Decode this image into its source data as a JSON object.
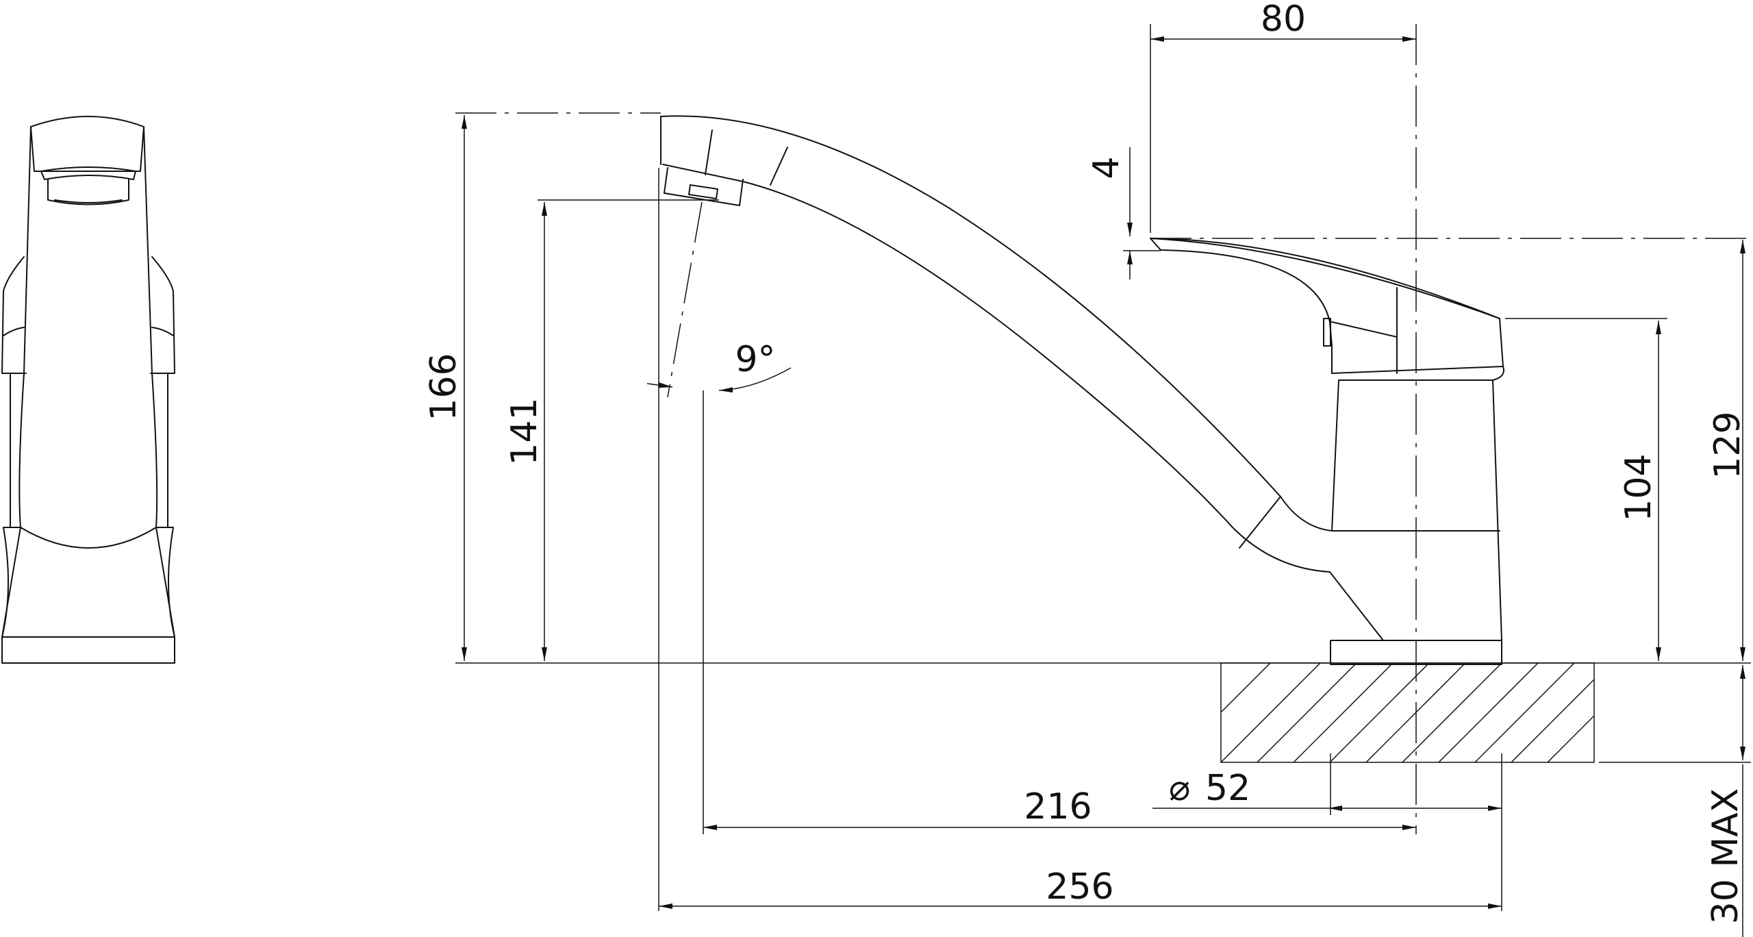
{
  "dimensions": {
    "width_top": "80",
    "lever_offset": "4",
    "total_height": "166",
    "spout_height": "141",
    "spout_angle": "9°",
    "body_height": "104",
    "lever_height": "129",
    "base_diameter": "52",
    "spout_reach": "216",
    "overall_length": "256",
    "max_mount": "30 MAX"
  },
  "diameter_symbol": "⌀"
}
